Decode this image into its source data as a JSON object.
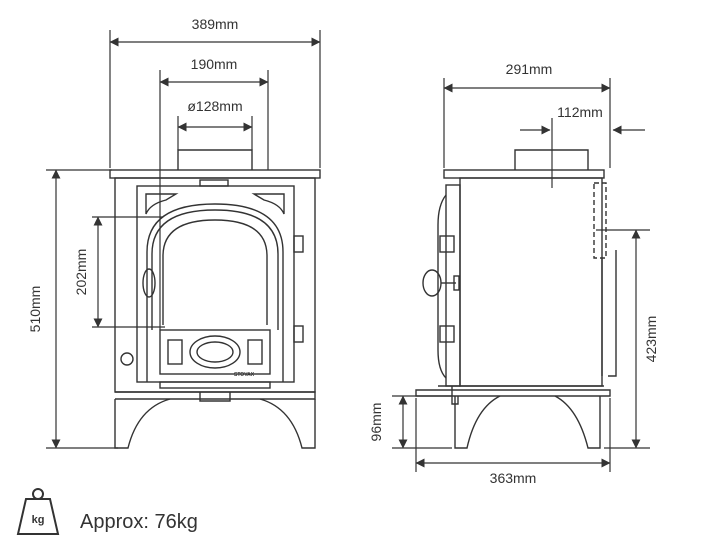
{
  "colors": {
    "line": "#333333",
    "background": "#ffffff"
  },
  "front_view": {
    "overall_width": "389mm",
    "flue_outer": "190mm",
    "flue_diameter": "ø128mm",
    "overall_height": "510mm",
    "glass_height": "202mm",
    "brand_mark": "STOVAX"
  },
  "side_view": {
    "depth": "291mm",
    "flue_offset": "112mm",
    "flue_centre_height": "423mm",
    "leg_height": "96mm",
    "base_depth": "363mm"
  },
  "weight": {
    "icon": "kg-weight-icon",
    "icon_text": "kg",
    "label": "Approx: 76kg"
  }
}
